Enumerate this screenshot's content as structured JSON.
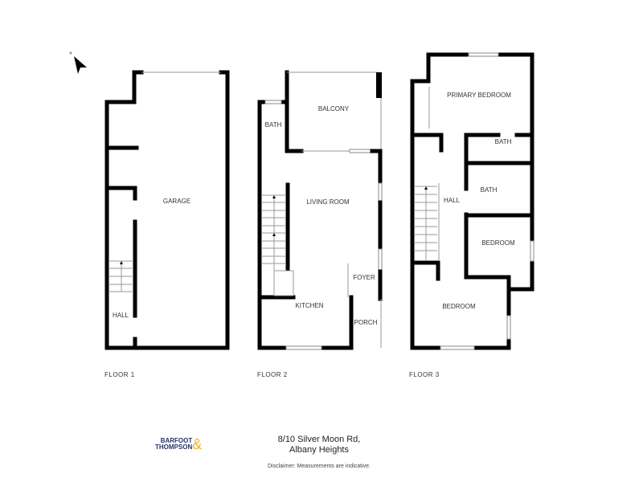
{
  "floors": [
    {
      "label": "FLOOR 1",
      "rooms": [
        "GARAGE",
        "HALL"
      ]
    },
    {
      "label": "FLOOR 2",
      "rooms": [
        "BATH",
        "BALCONY",
        "LIVING ROOM",
        "FOYER",
        "KITCHEN",
        "PORCH"
      ]
    },
    {
      "label": "FLOOR 3",
      "rooms": [
        "PRIMARY BEDROOM",
        "BATH",
        "BATH",
        "HALL",
        "BEDROOM",
        "BEDROOM"
      ]
    }
  ],
  "address": {
    "line1": "8/10 Silver Moon Rd,",
    "line2": "Albany Heights"
  },
  "disclaimer": "Disclaimer: Measurements are indicative.",
  "logo": {
    "line1": "BARFOOT",
    "line2": "THOMPSON",
    "ampersand": "&",
    "navy": "#27336b",
    "gold": "#f2b330"
  },
  "compass": {
    "icon": "north-arrow-icon"
  }
}
